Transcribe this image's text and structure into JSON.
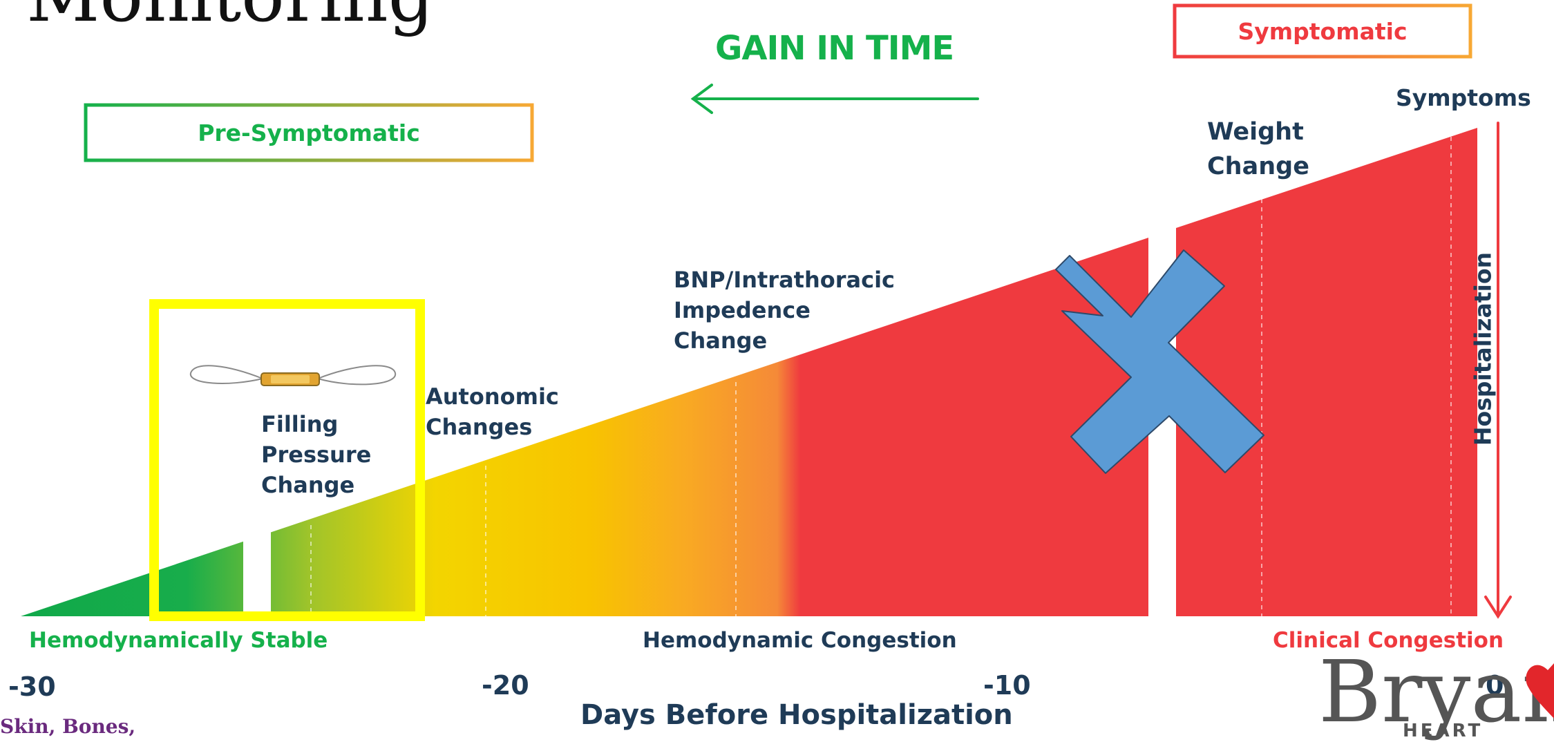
{
  "slide_title": "Monitoring",
  "gain_title": "GAIN IN TIME",
  "labels": {
    "pre_symptomatic": "Pre-Symptomatic",
    "symptomatic": "Symptomatic"
  },
  "stages": {
    "filling": [
      "Filling",
      "Pressure",
      "Change"
    ],
    "autonomic": [
      "Autonomic",
      "Changes"
    ],
    "bnp": [
      "BNP/Intrathoracic",
      "Impedence",
      "Change"
    ],
    "weight": [
      "Weight",
      "Change"
    ],
    "symptoms": "Symptoms"
  },
  "zones": {
    "stable": "Hemodynamically Stable",
    "congestion": "Hemodynamic Congestion",
    "clinical": "Clinical Congestion"
  },
  "axis": {
    "title": "Days Before Hospitalization",
    "ticks": [
      "-30",
      "-20",
      "-10",
      "0"
    ],
    "vertical_label": "Hospitalization"
  },
  "footer": "Skin, Bones,",
  "logo": {
    "word": "Bryan",
    "sub": "HEART"
  },
  "colors": {
    "green": "#15b14b",
    "yellow": "#f7d600",
    "orange": "#f7941d",
    "red": "#ef3a3f",
    "navy": "#1f3b57",
    "highlight": "#ffff00",
    "cross": "#5b9bd5"
  }
}
